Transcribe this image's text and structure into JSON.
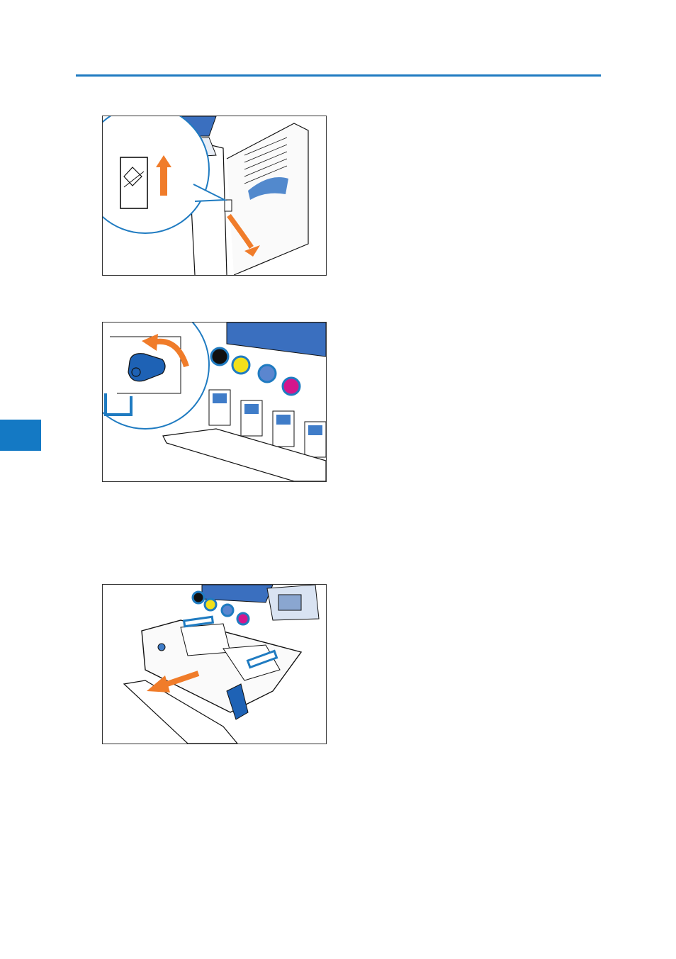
{
  "page": {
    "accent_color": "#1f7bc1",
    "chapter_tab_color": "#1479c4",
    "arrow_color": "#f07c2a"
  },
  "figures": [
    {
      "id": "open-front-cover",
      "icons": [
        "front-cover",
        "release-lever-zoom",
        "up-arrow",
        "curved-down-arrow"
      ]
    },
    {
      "id": "turn-lock-lever",
      "icons": [
        "toner-cartridges",
        "lock-lever-zoom",
        "counterclockwise-arrow"
      ]
    },
    {
      "id": "pull-out-transfer-unit",
      "icons": [
        "transfer-unit",
        "pull-out-arrow",
        "operation-panel"
      ]
    }
  ]
}
